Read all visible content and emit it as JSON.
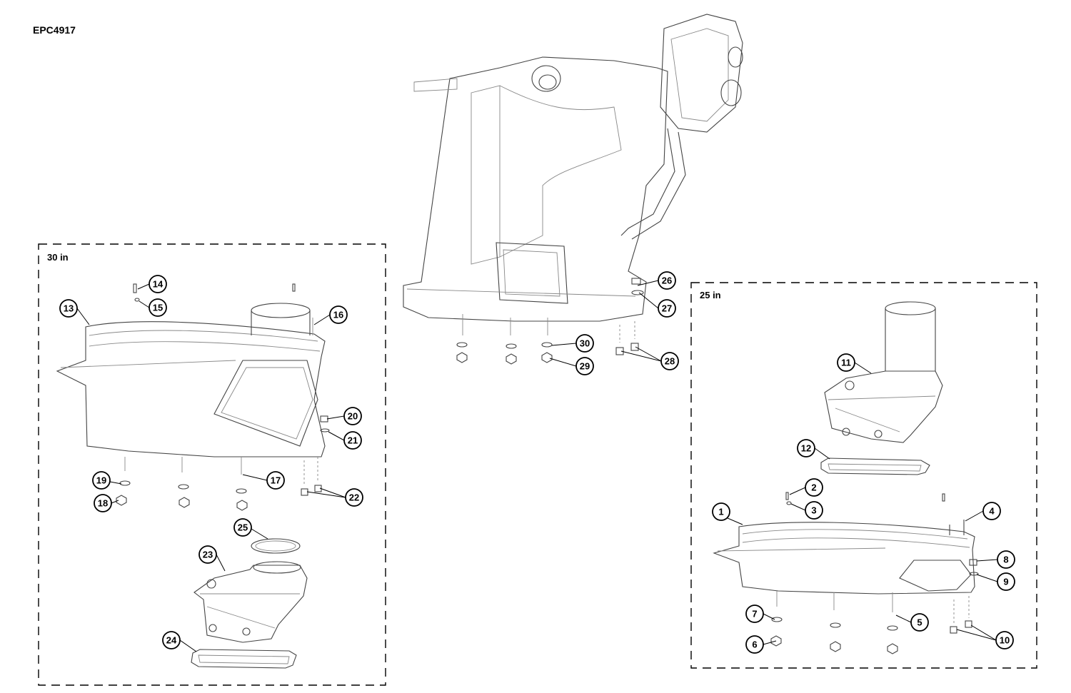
{
  "document_id": "EPC4917",
  "groups": [
    {
      "id": "30in",
      "label": "30 in"
    },
    {
      "id": "25in",
      "label": "25 in"
    }
  ],
  "callouts": [
    {
      "n": "1"
    },
    {
      "n": "2"
    },
    {
      "n": "3"
    },
    {
      "n": "4"
    },
    {
      "n": "5"
    },
    {
      "n": "6"
    },
    {
      "n": "7"
    },
    {
      "n": "8"
    },
    {
      "n": "9"
    },
    {
      "n": "10"
    },
    {
      "n": "11"
    },
    {
      "n": "12"
    },
    {
      "n": "13"
    },
    {
      "n": "14"
    },
    {
      "n": "15"
    },
    {
      "n": "16"
    },
    {
      "n": "17"
    },
    {
      "n": "18"
    },
    {
      "n": "19"
    },
    {
      "n": "20"
    },
    {
      "n": "21"
    },
    {
      "n": "22"
    },
    {
      "n": "23"
    },
    {
      "n": "24"
    },
    {
      "n": "25"
    },
    {
      "n": "26"
    },
    {
      "n": "27"
    },
    {
      "n": "28"
    },
    {
      "n": "29"
    },
    {
      "n": "30"
    }
  ]
}
